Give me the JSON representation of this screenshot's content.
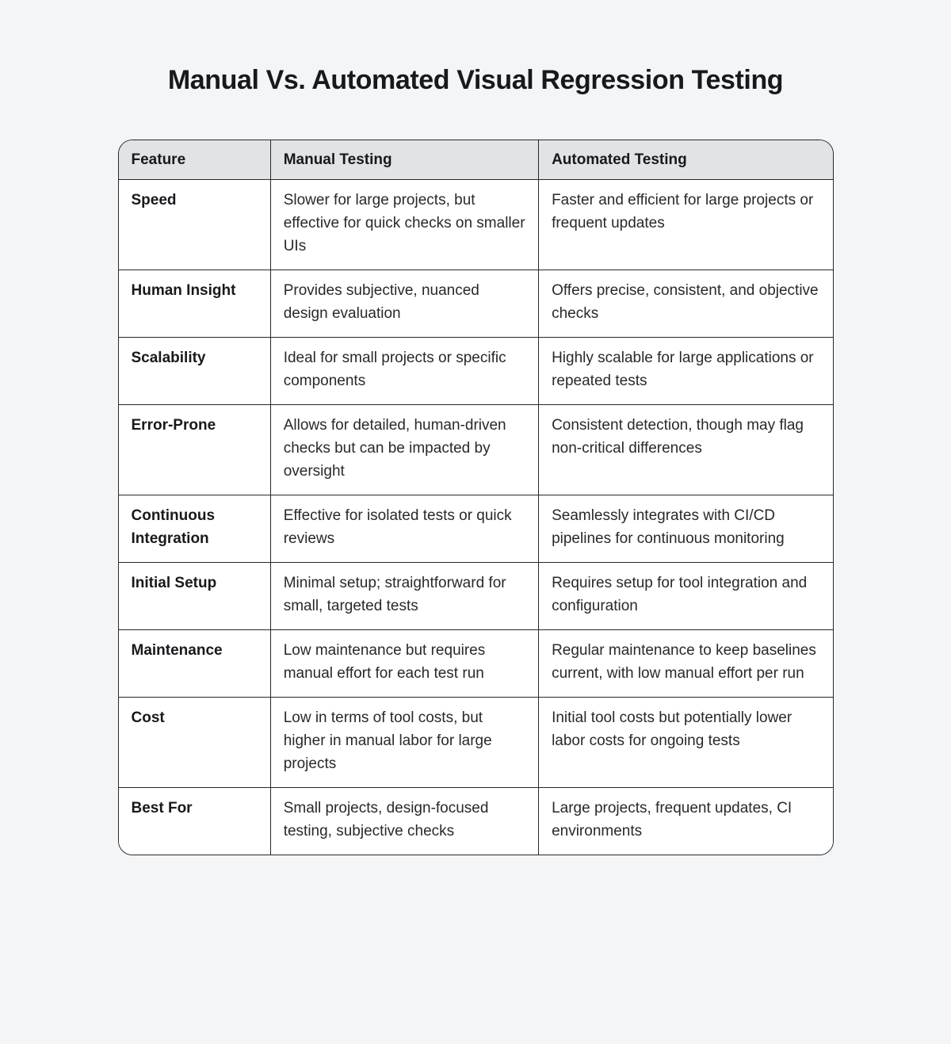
{
  "page": {
    "title": "Manual Vs. Automated Visual Regression Testing"
  },
  "colors": {
    "page_background": "#F4F5F7",
    "header_background": "#E1E3E6",
    "cell_background": "#FFFFFF",
    "border": "#26282B",
    "text": "#27292C",
    "heading_text": "#17191D"
  },
  "table": {
    "headers": [
      "Feature",
      "Manual Testing",
      "Automated Testing"
    ],
    "rows": [
      {
        "feature": "Speed",
        "manual": "Slower for large projects, but effective for quick checks on smaller UIs",
        "automated": "Faster and efficient for large projects or frequent updates"
      },
      {
        "feature": "Human Insight",
        "manual": "Provides subjective, nuanced design evaluation",
        "automated": "Offers precise, consistent, and objective checks"
      },
      {
        "feature": "Scalability",
        "manual": "Ideal for small projects or specific components",
        "automated": "Highly scalable for large applications or repeated tests"
      },
      {
        "feature": "Error-Prone",
        "manual": "Allows for detailed, human-driven checks but can be impacted by oversight",
        "automated": "Consistent detection, though may flag non-critical differences"
      },
      {
        "feature": "Continuous Integration",
        "manual": "Effective for isolated tests or quick reviews",
        "automated": "Seamlessly integrates with CI/CD pipelines for continuous monitoring"
      },
      {
        "feature": "Initial Setup",
        "manual": "Minimal setup; straightforward for small, targeted tests",
        "automated": "Requires setup for tool integration and configuration"
      },
      {
        "feature": "Maintenance",
        "manual": "Low maintenance but requires manual effort for each test run",
        "automated": "Regular maintenance to keep baselines current, with low manual effort per run"
      },
      {
        "feature": "Cost",
        "manual": "Low in terms of tool costs, but higher in manual labor for large projects",
        "automated": "Initial tool costs but potentially lower labor costs for ongoing tests"
      },
      {
        "feature": "Best For",
        "manual": "Small projects, design-focused testing, subjective checks",
        "automated": "Large projects, frequent updates, CI environments"
      }
    ]
  }
}
